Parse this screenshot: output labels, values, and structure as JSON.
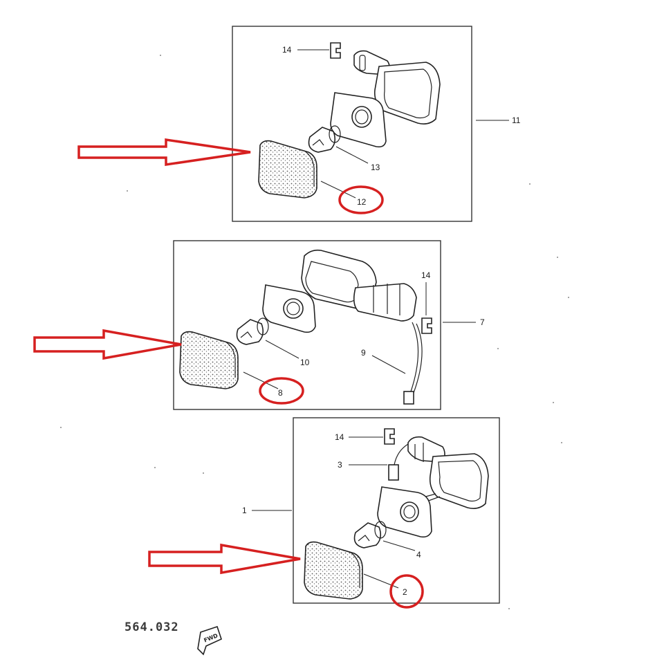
{
  "diagram": {
    "accent_color": "#d62020",
    "callouts": {
      "top": {
        "lens": "12",
        "bulb": "13",
        "assembly": "11",
        "clip": "14"
      },
      "middle": {
        "lens": "8",
        "bulb": "10",
        "assembly": "7",
        "clip": "14",
        "wire": "9"
      },
      "bottom": {
        "lens": "2",
        "bulb": "4",
        "assembly": "1",
        "clip": "14",
        "connector": "3"
      }
    },
    "drawing_code": "564.032",
    "fwd_badge": "FWD"
  }
}
